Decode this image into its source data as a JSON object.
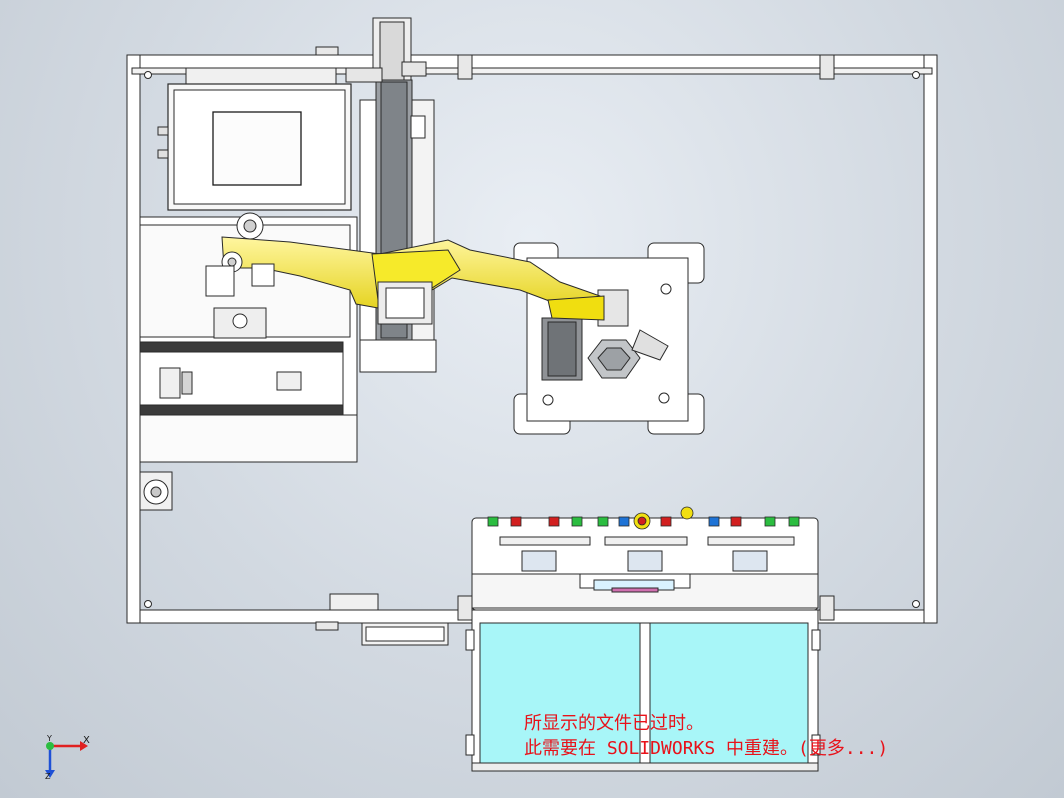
{
  "viewport": {
    "background_color": "#d5dce4"
  },
  "model": {
    "frame_color": "#ffffff",
    "line_color": "#2a2a2a",
    "robot_color": "#f2e31b",
    "guard_color": "#a8f6f8",
    "motor_color": "#8a8a8a",
    "screen_color": "#f4f4f4"
  },
  "notice": {
    "line1": "所显示的文件已过时。",
    "line2": "此需要在 SOLIDWORKS 中重建。(更多...)",
    "color": "#e8121a"
  },
  "triad": {
    "x_label": "X",
    "y_label": "Y",
    "z_label": "Z"
  }
}
